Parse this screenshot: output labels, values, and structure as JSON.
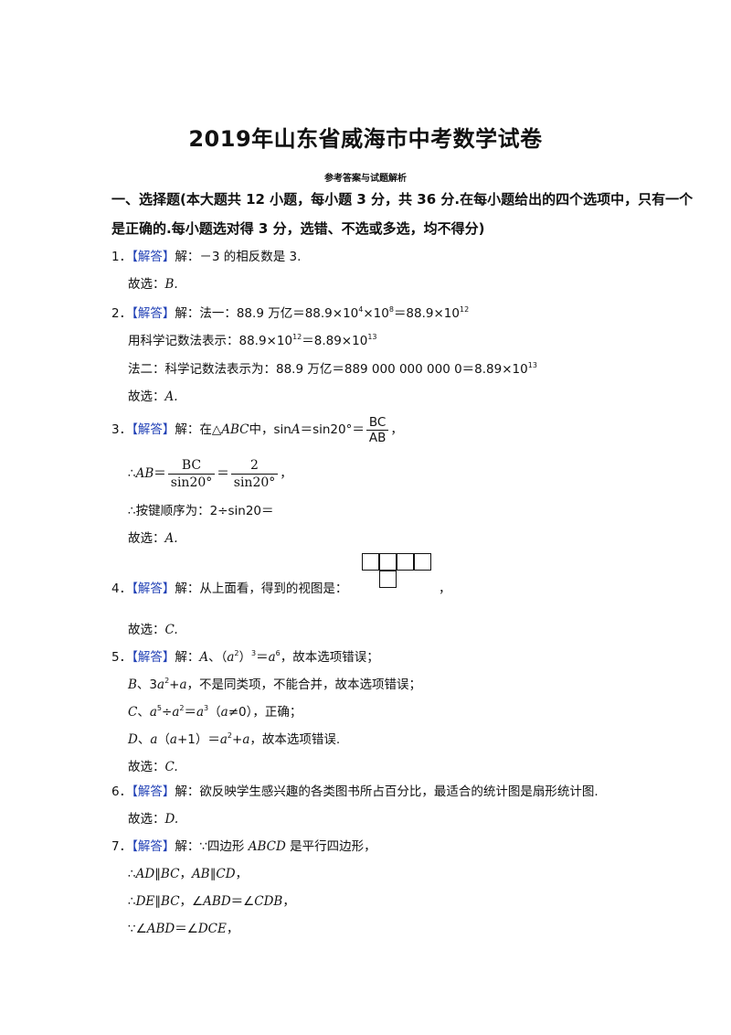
{
  "title": "2019年山东省威海市中考数学试卷",
  "subtitle": "参考答案与试题解析",
  "section": {
    "line1": "一、选择题(本大题共 12 小题，每小题 3 分，共 36 分.在每小题给出的四个选项中，只有一个",
    "line2": "是正确的.每小题选对得 3 分，选错、不选或多选，均不得分)"
  },
  "answer_tag": "【解答】",
  "jie": "解：",
  "q1": {
    "num": "1．",
    "text": "－3 的相反数是 3.",
    "choose": "故选：",
    "choice": "B."
  },
  "q2": {
    "num": "2．",
    "l1_a": "法一：88.9 万亿＝88.9×10",
    "l1_e1": "4",
    "l1_b": "×10",
    "l1_e2": "8",
    "l1_c": "＝88.9×10",
    "l1_e3": "12",
    "l2_a": "用科学记数法表示：88.9×10",
    "l2_e1": "12",
    "l2_b": "＝8.89×10",
    "l2_e2": "13",
    "l3_a": "法二：科学记数法表示为：88.9 万亿＝889 000 000 000 0＝8.89×10",
    "l3_e1": "13",
    "choose": "故选：",
    "choice": "A."
  },
  "q3": {
    "num": "3．",
    "l1_a": "在△",
    "l1_abc": "ABC",
    "l1_b": "中，sin",
    "l1_A": "A",
    "l1_c": "＝sin20°＝",
    "frac1_n": "BC",
    "frac1_d": "AB",
    "comma": "，",
    "l2_pre": "∴",
    "l2_ab": "AB",
    "l2_eq": "＝",
    "frac2_n": "BC",
    "frac2_d": "sin20°",
    "eq2": "＝",
    "frac3_n": "2",
    "frac3_d": "sin20°",
    "l3": "∴按键顺序为：2÷sin20＝",
    "choose": "故选：",
    "choice": "A."
  },
  "q4": {
    "num": "4．",
    "text": "从上面看，得到的视图是：",
    "tail": "，",
    "choose": "故选：",
    "choice": "C."
  },
  "q5": {
    "num": "5．",
    "l1": {
      "a": "A",
      "b": "、（",
      "c": "a",
      "d": "2",
      "e": "）",
      "f": "3",
      "g": "＝",
      "h": "a",
      "i": "6",
      "j": "，故本选项错误；"
    },
    "l2": {
      "a": "B",
      "b": "、3",
      "c": "a",
      "d": "2",
      "e": "+",
      "f": "a",
      "g": "，不是同类项，不能合并，故本选项错误；"
    },
    "l3": {
      "a": "C",
      "b": "、",
      "c": "a",
      "d": "5",
      "e": "÷",
      "f": "a",
      "g": "2",
      "h": "＝",
      "i": "a",
      "j": "3",
      "k": "（",
      "l": "a",
      "m": "≠0），正确；"
    },
    "l4": {
      "a": "D",
      "b": "、",
      "c": "a",
      "d": "（",
      "e": "a",
      "f": "+1）＝",
      "g": "a",
      "h": "2",
      "i": "+",
      "j": "a",
      "k": "，故本选项错误."
    },
    "choose": "故选：",
    "choice": "C."
  },
  "q6": {
    "num": "6．",
    "text": "欲反映学生感兴趣的各类图书所占百分比，最适合的统计图是扇形统计图.",
    "choose": "故选：",
    "choice": "D."
  },
  "q7": {
    "num": "7．",
    "l1_a": "∵四边形 ",
    "l1_b": "ABCD",
    "l1_c": " 是平行四边形，",
    "l2_a": "∴",
    "l2_b": "AD",
    "l2_c": "∥",
    "l2_d": "BC",
    "l2_e": "，",
    "l2_f": "AB",
    "l2_g": "∥",
    "l2_h": "CD",
    "l2_i": "，",
    "l3_a": "∴",
    "l3_b": "DE",
    "l3_c": "∥",
    "l3_d": "BC",
    "l3_e": "，∠",
    "l3_f": "ABD",
    "l3_g": "＝∠",
    "l3_h": "CDB",
    "l3_i": "，",
    "l4_a": "∵∠",
    "l4_b": "ABD",
    "l4_c": "＝∠",
    "l4_d": "DCE",
    "l4_e": "，"
  }
}
